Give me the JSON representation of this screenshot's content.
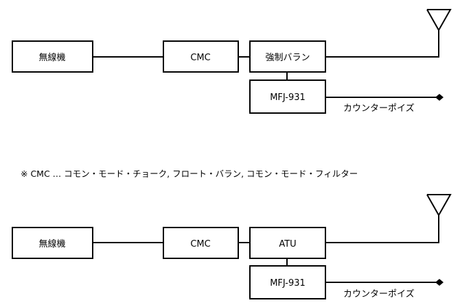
{
  "diagrams": [
    {
      "radio_label": "無線機",
      "cmc_label": "CMC",
      "balun_label": "強制バラン",
      "meter_label": "MFJ-931",
      "counterpoise_label": "カウンターポイズ"
    },
    {
      "radio_label": "無線機",
      "cmc_label": "CMC",
      "balun_label": "ATU",
      "meter_label": "MFJ-931",
      "counterpoise_label": "カウンターポイズ"
    }
  ],
  "footnote": "※ CMC … コモン・モード・チョーク, フロート・バラン, コモン・モード・フィルター"
}
